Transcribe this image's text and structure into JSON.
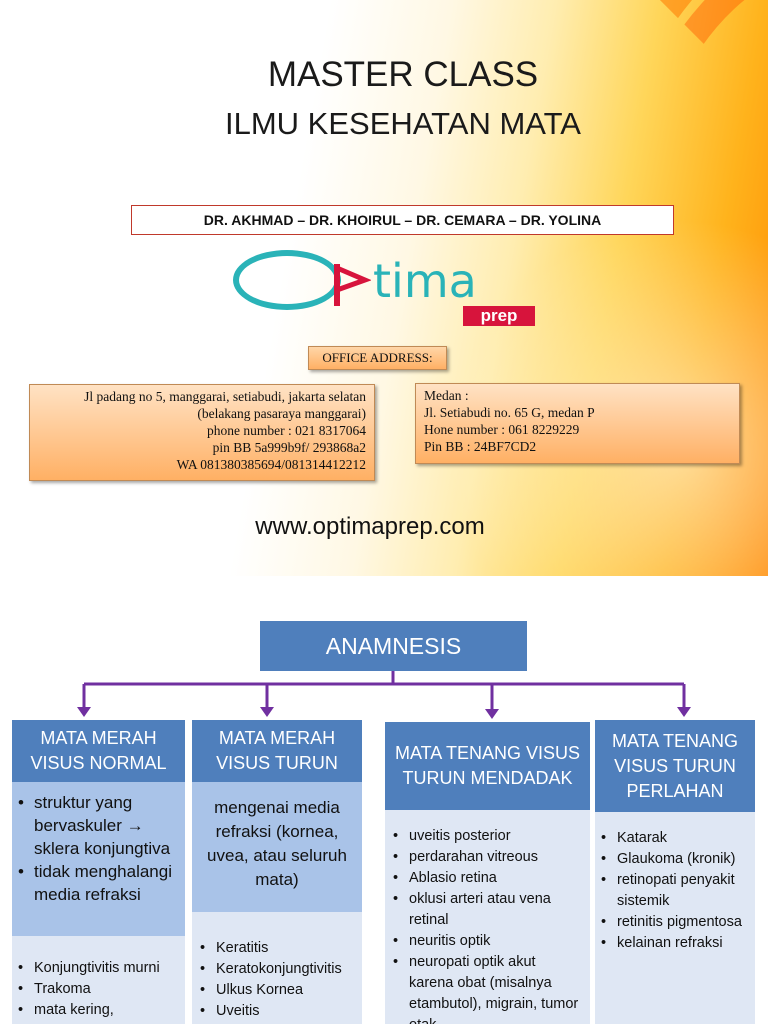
{
  "slide1": {
    "title_line1": "MASTER CLASS",
    "title_line2": "ILMU KESEHATAN MATA",
    "doctors": "DR. AKHMAD – DR. KHOIRUL – DR. CEMARA – DR. YOLINA",
    "logo": {
      "main": "tima",
      "sub": "prep"
    },
    "office_label": "OFFICE ADDRESS:",
    "address_jakarta": [
      "Jl padang no 5, manggarai, setiabudi, jakarta selatan",
      "(belakang pasaraya manggarai)",
      "phone number : 021 8317064",
      "pin BB 5a999b9f/ 293868a2",
      "WA 081380385694/081314412212"
    ],
    "address_medan": [
      "Medan :",
      "Jl. Setiabudi no. 65 G, medan P",
      "Hone number : 061 8229229",
      "Pin BB : 24BF7CD2"
    ],
    "website": "www.optimaprep.com",
    "colors": {
      "logo_teal": "#2ab3b8",
      "logo_red": "#d7143c",
      "border_red": "#c0392b"
    }
  },
  "slide2": {
    "root": "ANAMNESIS",
    "colors": {
      "header": "#4f7fbc",
      "mid": "#a9c3e8",
      "bottom": "#dfe7f4",
      "connector": "#7030a0"
    },
    "columns": [
      {
        "header": "MATA MERAH VISUS NORMAL",
        "mid_items": [
          "struktur yang bervaskuler → sklera konjungtiva",
          "tidak menghalangi media refraksi"
        ],
        "bottom_items": [
          "Konjungtivitis murni",
          "Trakoma",
          "mata kering,"
        ]
      },
      {
        "header": "MATA MERAH VISUS TURUN",
        "mid_text": "mengenai media refraksi (kornea, uvea, atau seluruh mata)",
        "bottom_items": [
          "Keratitis",
          "Keratokonjungtivitis",
          "Ulkus Kornea",
          "Uveitis"
        ]
      },
      {
        "header": "MATA TENANG VISUS TURUN MENDADAK",
        "mid_items": [
          "uveitis posterior",
          "perdarahan vitreous",
          "Ablasio retina",
          "oklusi arteri atau vena retinal",
          "neuritis optik",
          "neuropati optik akut karena obat (misalnya etambutol), migrain, tumor otak"
        ]
      },
      {
        "header": "MATA TENANG VISUS TURUN PERLAHAN",
        "mid_items": [
          "Katarak",
          "Glaukoma (kronik)",
          "retinopati penyakit sistemik",
          "retinitis pigmentosa",
          "kelainan refraksi"
        ]
      }
    ]
  }
}
